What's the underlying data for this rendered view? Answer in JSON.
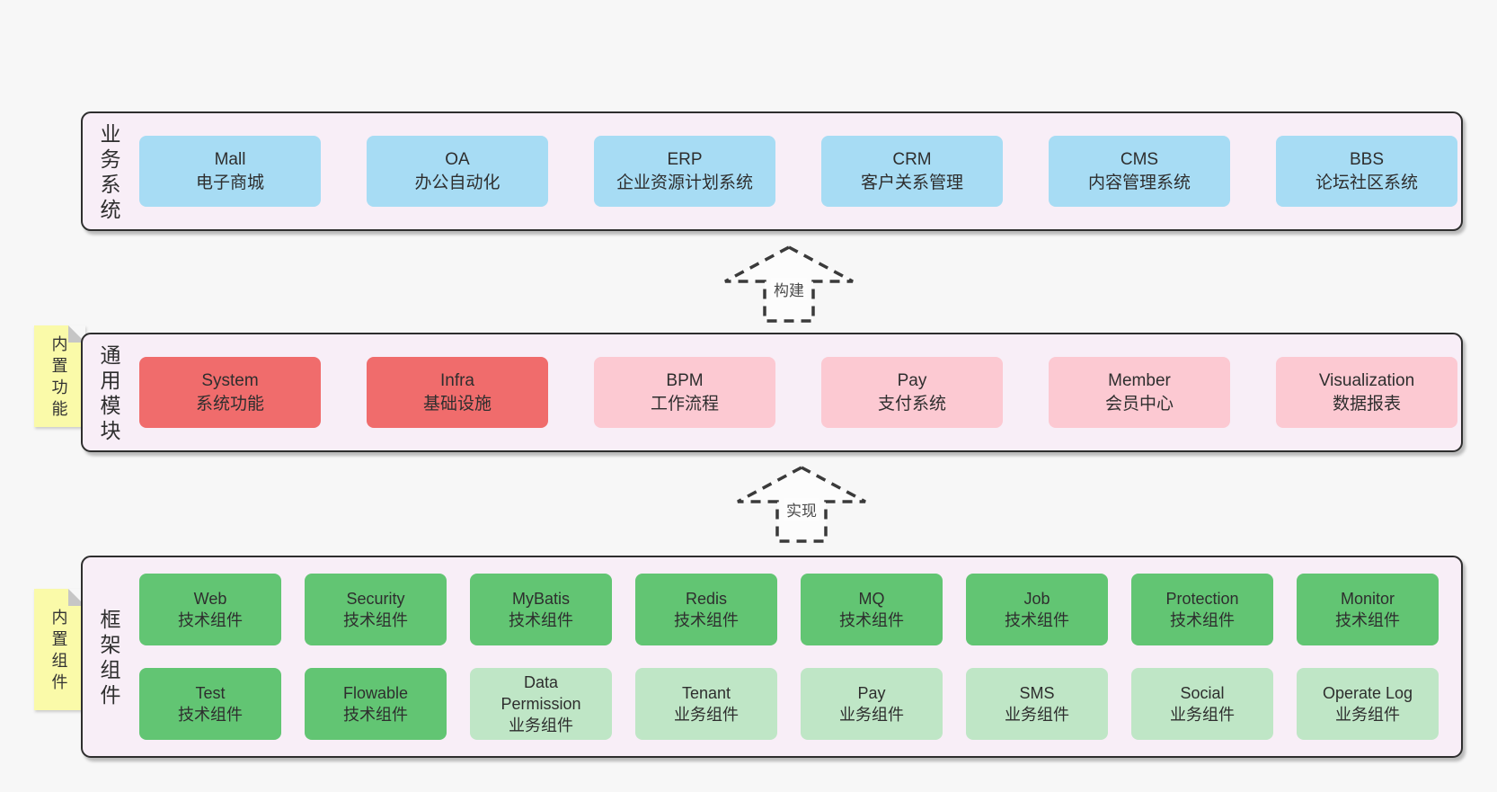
{
  "arrows": [
    {
      "label": "构建"
    },
    {
      "label": "实现"
    }
  ],
  "tags": [
    {
      "label": "内置功能"
    },
    {
      "label": "内置组件"
    }
  ],
  "sections": {
    "business": {
      "label": "业务系统",
      "boxes": [
        {
          "name": "Mall",
          "desc": "电子商城"
        },
        {
          "name": "OA",
          "desc": "办公自动化"
        },
        {
          "name": "ERP",
          "desc": "企业资源计划系统"
        },
        {
          "name": "CRM",
          "desc": "客户关系管理"
        },
        {
          "name": "CMS",
          "desc": "内容管理系统"
        },
        {
          "name": "BBS",
          "desc": "论坛社区系统"
        }
      ]
    },
    "modules": {
      "label": "通用模块",
      "boxes": [
        {
          "name": "System",
          "desc": "系统功能"
        },
        {
          "name": "Infra",
          "desc": "基础设施"
        },
        {
          "name": "BPM",
          "desc": "工作流程"
        },
        {
          "name": "Pay",
          "desc": "支付系统"
        },
        {
          "name": "Member",
          "desc": "会员中心"
        },
        {
          "name": "Visualization",
          "desc": "数据报表"
        }
      ]
    },
    "framework": {
      "label": "框架组件",
      "rows": [
        [
          {
            "name": "Web",
            "desc": "技术组件"
          },
          {
            "name": "Security",
            "desc": "技术组件"
          },
          {
            "name": "MyBatis",
            "desc": "技术组件"
          },
          {
            "name": "Redis",
            "desc": "技术组件"
          },
          {
            "name": "MQ",
            "desc": "技术组件"
          },
          {
            "name": "Job",
            "desc": "技术组件"
          },
          {
            "name": "Protection",
            "desc": "技术组件"
          },
          {
            "name": "Monitor",
            "desc": "技术组件"
          }
        ],
        [
          {
            "name": "Test",
            "desc": "技术组件"
          },
          {
            "name": "Flowable",
            "desc": "技术组件"
          },
          {
            "name": "Data Permission",
            "desc": "业务组件"
          },
          {
            "name": "Tenant",
            "desc": "业务组件"
          },
          {
            "name": "Pay",
            "desc": "业务组件"
          },
          {
            "name": "SMS",
            "desc": "业务组件"
          },
          {
            "name": "Social",
            "desc": "业务组件"
          },
          {
            "name": "Operate Log",
            "desc": "业务组件"
          }
        ]
      ]
    }
  },
  "colors": {
    "page_bg": "#f7f7f7",
    "container_bg": "#f8eef7",
    "container_border": "#2e2e2e",
    "business_box": "#a7dcf4",
    "core_module_box": "#f06c6c",
    "optional_module_box": "#fcc9d2",
    "tech_component_box": "#62c573",
    "biz_component_box": "#bfe6c6",
    "tag_bg": "#fafaa9",
    "tag_fold": "#c6c6c6"
  }
}
